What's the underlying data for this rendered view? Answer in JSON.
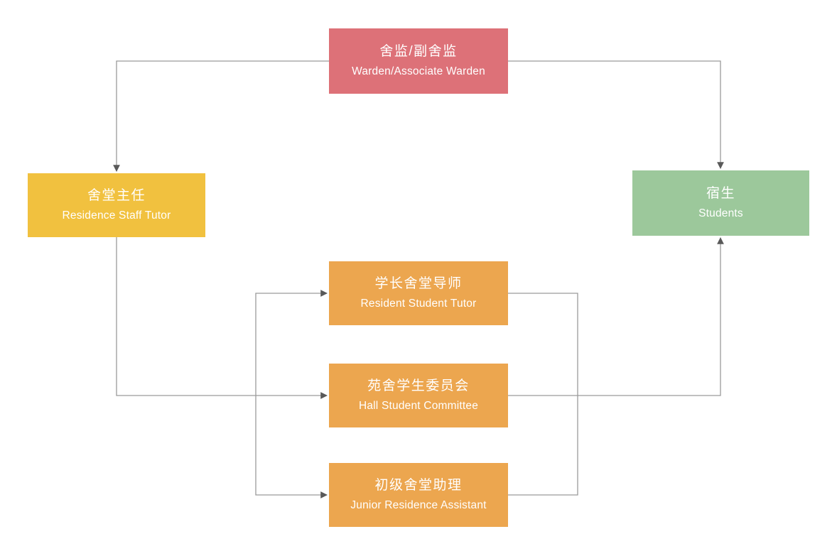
{
  "diagram": {
    "title": "Residence hall organisation chart",
    "nodes": {
      "warden": {
        "zh": "舍监/副舍监",
        "en": "Warden/Associate Warden",
        "color": "#dd7178"
      },
      "staff_tutor": {
        "zh": "舍堂主任",
        "en": "Residence Staff Tutor",
        "color": "#f1c13f"
      },
      "students": {
        "zh": "宿生",
        "en": "Students",
        "color": "#9cc89b"
      },
      "resident_tutor": {
        "zh": "学长舍堂导师",
        "en": "Resident Student Tutor",
        "color": "#eca64f"
      },
      "committee": {
        "zh": "苑舍学生委员会",
        "en": "Hall Student Committee",
        "color": "#eca64f"
      },
      "junior_assistant": {
        "zh": "初级舍堂助理",
        "en": "Junior Residence Assistant",
        "color": "#eca64f"
      }
    },
    "edges": [
      {
        "from": "warden",
        "to": "staff_tutor"
      },
      {
        "from": "warden",
        "to": "students"
      },
      {
        "from": "staff_tutor",
        "to": "resident_tutor"
      },
      {
        "from": "staff_tutor",
        "to": "committee"
      },
      {
        "from": "staff_tutor",
        "to": "junior_assistant"
      },
      {
        "from": "resident_tutor",
        "to": "students"
      },
      {
        "from": "committee",
        "to": "students"
      },
      {
        "from": "junior_assistant",
        "to": "students"
      }
    ],
    "line_color": "#9a9a9a",
    "arrow_color": "#595959",
    "text_color": "#ffffff",
    "background_color": "#ffffff"
  }
}
